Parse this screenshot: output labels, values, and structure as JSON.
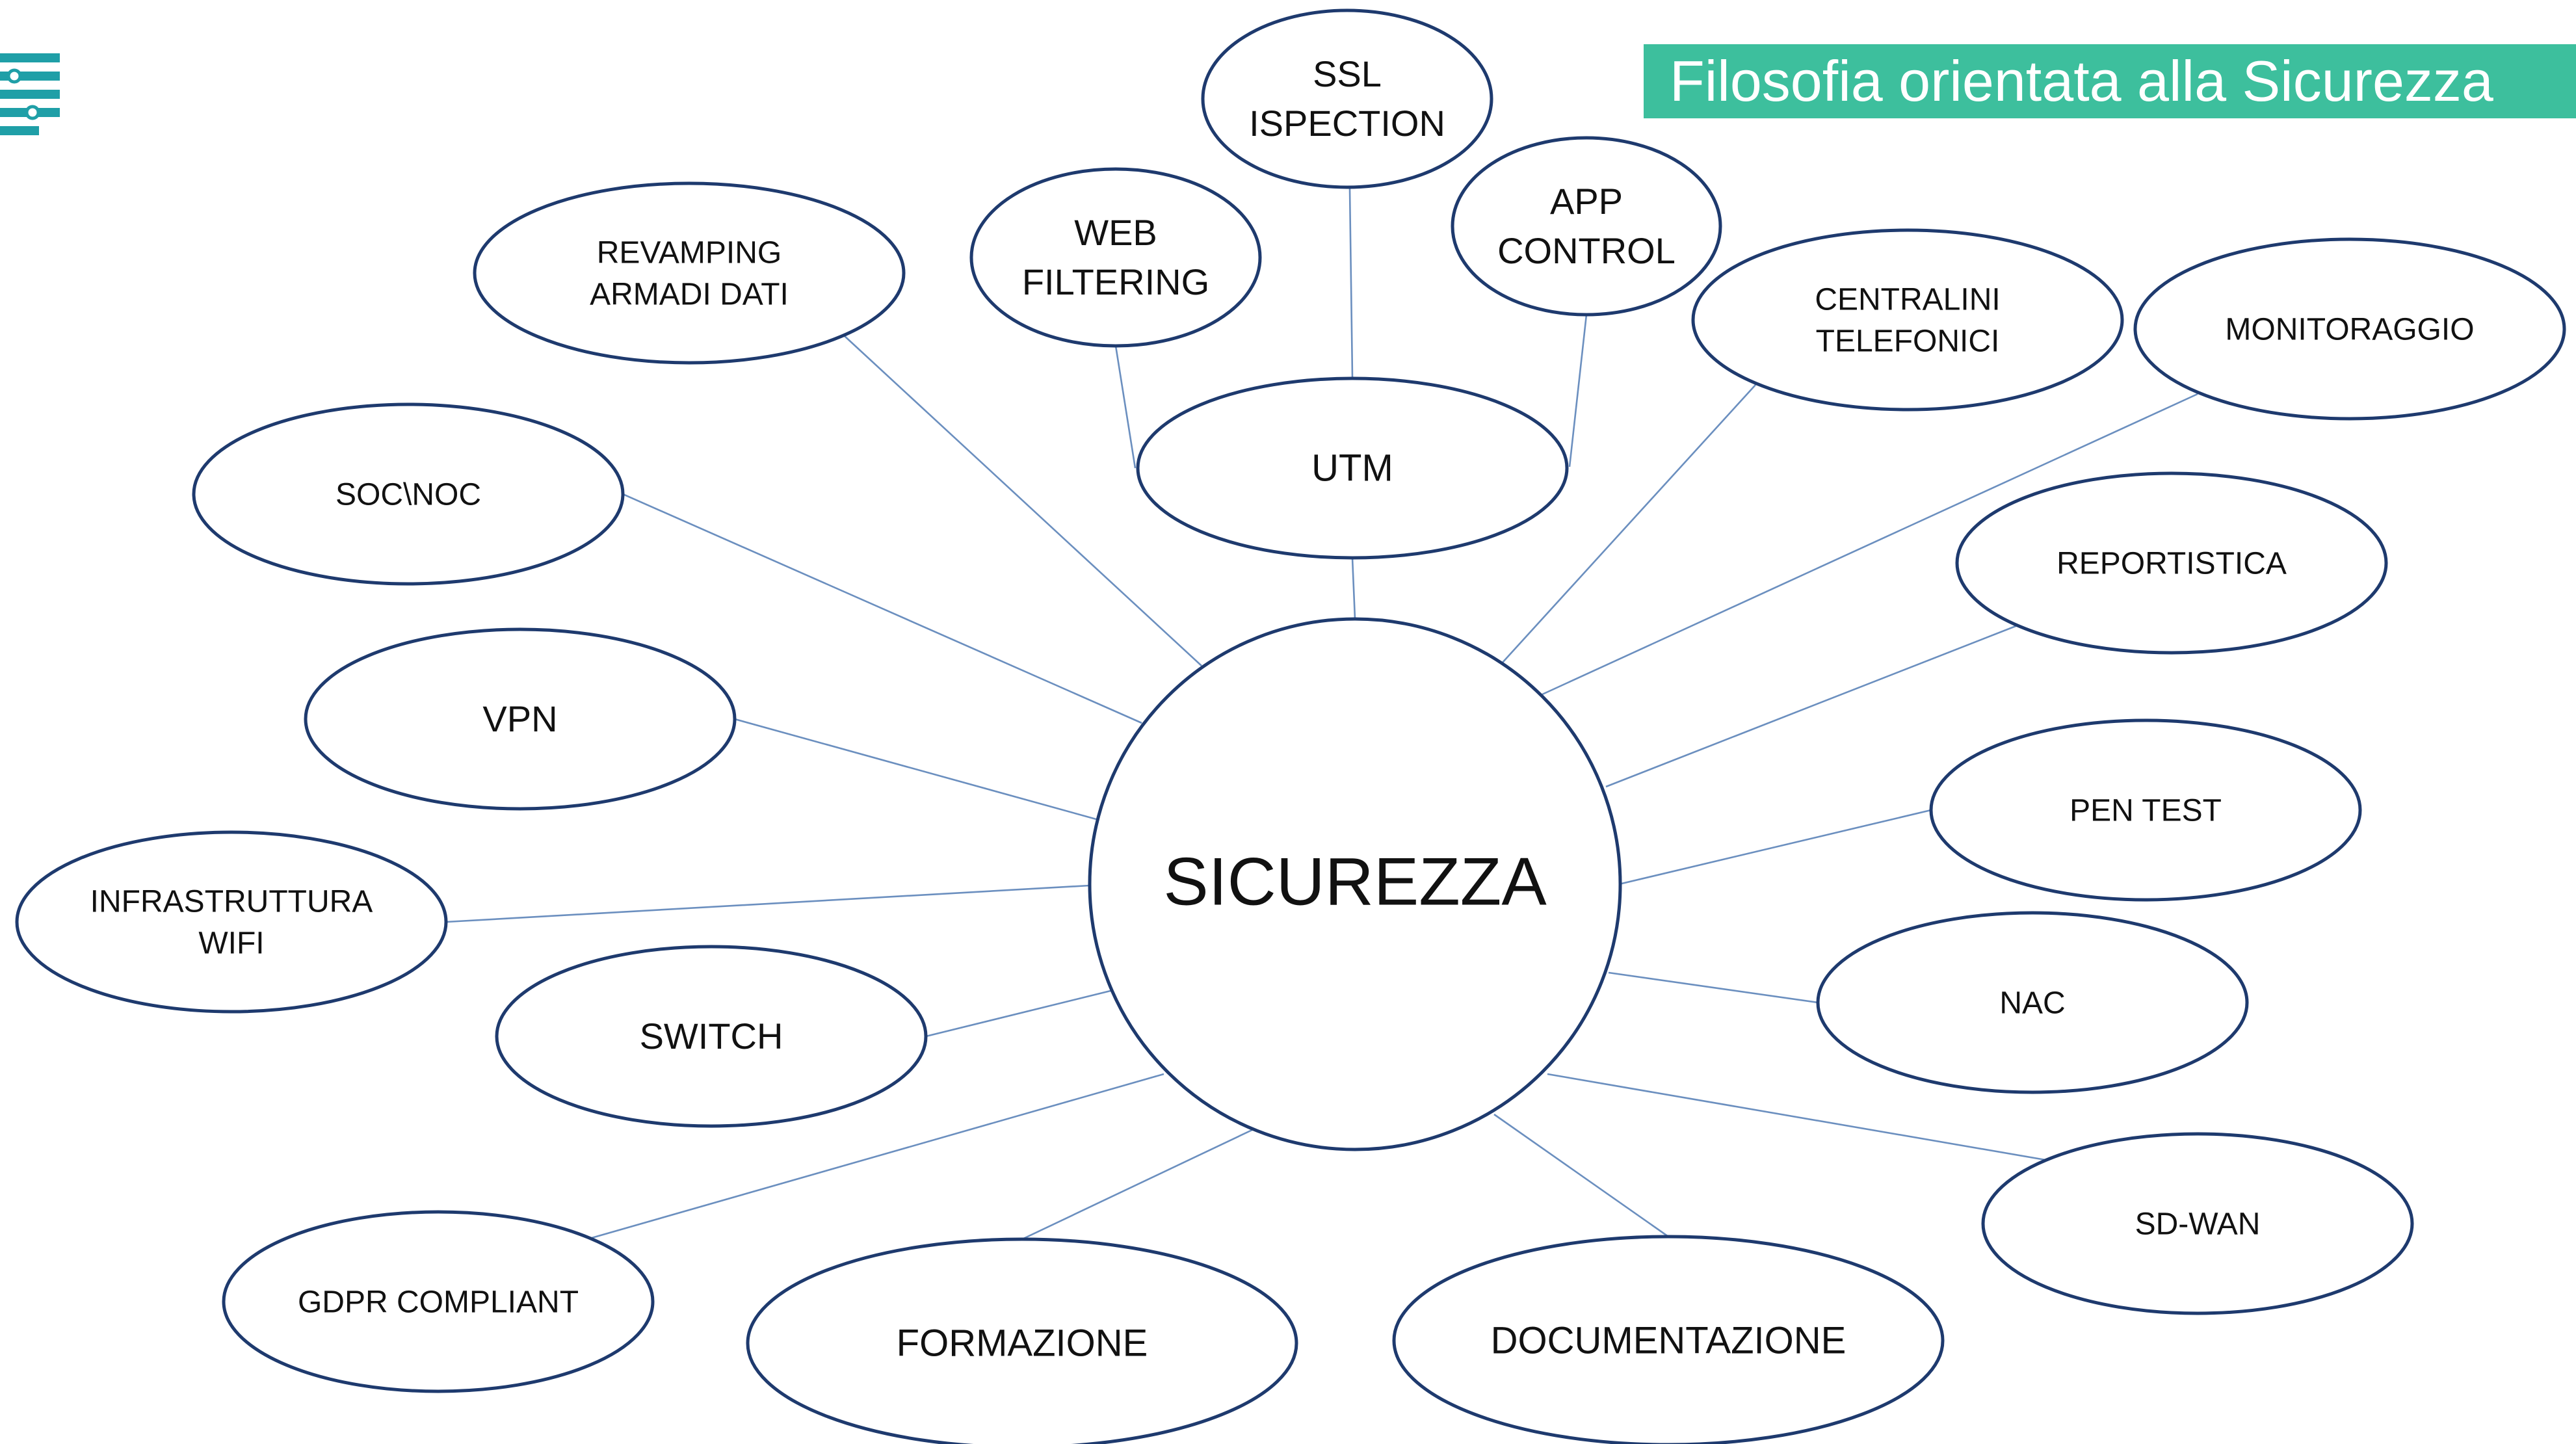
{
  "header": {
    "title": "Filosofia orientata alla Sicurezza",
    "logo_icon": "brand-logo-icon",
    "banner_color": "#3dbf9d"
  },
  "center": {
    "label": "SICUREZZA"
  },
  "colors": {
    "outline": "#1e3a6e",
    "connector": "#6b8fbf",
    "accent": "#3dbf9d"
  },
  "nodes": [
    {
      "id": "ssl",
      "lines": [
        "SSL",
        "ISPECTION"
      ]
    },
    {
      "id": "web",
      "lines": [
        "WEB",
        "FILTERING"
      ]
    },
    {
      "id": "app",
      "lines": [
        "APP",
        "CONTROL"
      ]
    },
    {
      "id": "utm",
      "lines": [
        "UTM"
      ]
    },
    {
      "id": "revamping",
      "lines": [
        "REVAMPING",
        "ARMADI DATI"
      ]
    },
    {
      "id": "centralini",
      "lines": [
        "CENTRALINI",
        "TELEFONICI"
      ]
    },
    {
      "id": "monitoraggio",
      "lines": [
        "MONITORAGGIO"
      ]
    },
    {
      "id": "socnoc",
      "lines": [
        "SOC\\NOC"
      ]
    },
    {
      "id": "reportistica",
      "lines": [
        "REPORTISTICA"
      ]
    },
    {
      "id": "vpn",
      "lines": [
        "VPN"
      ]
    },
    {
      "id": "pentest",
      "lines": [
        "PEN TEST"
      ]
    },
    {
      "id": "wifi",
      "lines": [
        "INFRASTRUTTURA",
        "WIFI"
      ]
    },
    {
      "id": "nac",
      "lines": [
        "NAC"
      ]
    },
    {
      "id": "switch",
      "lines": [
        "SWITCH"
      ]
    },
    {
      "id": "sdwan",
      "lines": [
        "SD-WAN"
      ]
    },
    {
      "id": "gdpr",
      "lines": [
        "GDPR COMPLIANT"
      ]
    },
    {
      "id": "formazione",
      "lines": [
        "FORMAZIONE"
      ]
    },
    {
      "id": "documentazione",
      "lines": [
        "DOCUMENTAZIONE"
      ]
    }
  ]
}
